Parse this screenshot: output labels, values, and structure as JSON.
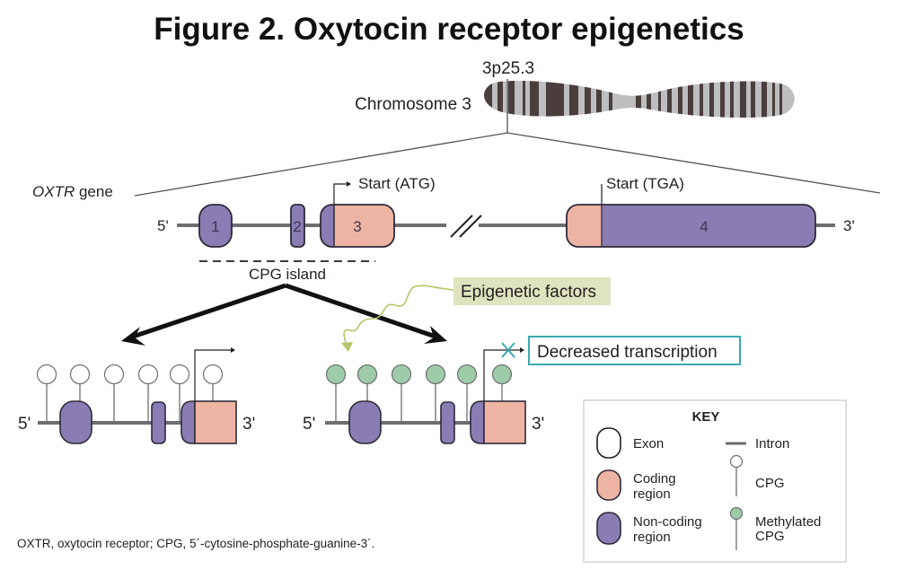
{
  "title": "Figure 2.  Oxytocin receptor epigenetics",
  "chromosome": {
    "label": "Chromosome 3",
    "locus": "3p25.3"
  },
  "gene": {
    "name_italic": "OXTR",
    "name_suffix": " gene",
    "five_prime": "5'",
    "three_prime": "3'",
    "exons": [
      {
        "number": "1",
        "type": "non-coding"
      },
      {
        "number": "2",
        "type": "non-coding"
      },
      {
        "number": "3",
        "type": "mixed"
      },
      {
        "number": "4",
        "type": "mixed"
      }
    ],
    "start_atg": "Start (ATG)",
    "start_tga": "Start (TGA)",
    "cpg_island": "CPG island"
  },
  "epigenetic_factors": "Epigenetic factors",
  "decreased_transcription": "Decreased transcription",
  "unmethylated_panel": {
    "five_prime": "5'",
    "three_prime": "3'",
    "cpg_count": 6
  },
  "methylated_panel": {
    "five_prime": "5'",
    "three_prime": "3'",
    "cpg_count": 6
  },
  "key": {
    "title": "KEY",
    "exon": "Exon",
    "coding_line1": "Coding",
    "coding_line2": "region",
    "noncoding_line1": "Non-coding",
    "noncoding_line2": "region",
    "intron": "Intron",
    "cpg": "CPG",
    "methylated_line1": "Methylated",
    "methylated_line2": "CPG"
  },
  "caption": "OXTR, oxytocin receptor; CPG, 5´-cytosine-phosphate-guanine-3´.",
  "colors": {
    "noncoding": "#8a7db3",
    "coding": "#eeb4a3",
    "methylated": "#9fcca8",
    "outline": "#2f2a3a",
    "intron": "#6d6e71",
    "chrom_dark": "#4a3e3c",
    "chrom_light": "#bcbec0",
    "epi_bg": "#dfe3bf",
    "epi_line": "#b9c46a",
    "teal": "#3aaab0"
  }
}
